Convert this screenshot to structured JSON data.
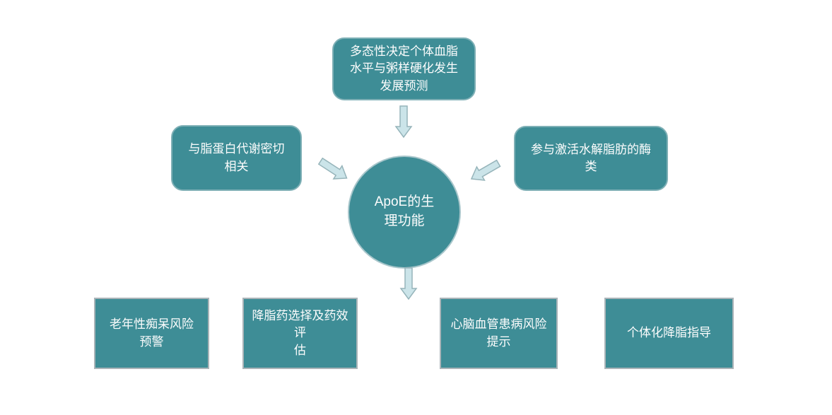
{
  "diagram": {
    "center_node": {
      "label": "ApoE的生\n理功能"
    },
    "factor_nodes": [
      {
        "position": "top",
        "label": "多态性决定个体血脂\n水平与粥样硬化发生\n发展预测"
      },
      {
        "position": "left",
        "label": "与脂蛋白代谢密切\n相关"
      },
      {
        "position": "right",
        "label": "参与激活水解脂肪的酶\n类"
      }
    ],
    "application_nodes": [
      {
        "label": "老年性痴呆风险\n预警"
      },
      {
        "label": "降脂药选择及药效评\n估"
      },
      {
        "label": "心脑血管患病风险\n提示"
      },
      {
        "label": "个体化降脂指导"
      }
    ],
    "arrows": [
      {
        "name": "down-arrow",
        "from": "top-node",
        "to": "center-circle"
      },
      {
        "name": "down-right-arrow",
        "from": "left-node",
        "to": "center-circle"
      },
      {
        "name": "down-left-arrow",
        "from": "right-node",
        "to": "center-circle"
      },
      {
        "name": "down-arrow",
        "from": "center-circle",
        "to": "application-row"
      }
    ],
    "colors": {
      "node_fill": "#3E8D96",
      "rounded_node_border": "#7FB0B6",
      "circle_border": "#A8C6CB",
      "rect_border": "#AAB4B8",
      "arrow_fill": "#CBE4E9",
      "arrow_stroke": "#96B4BA",
      "text": "#FDFDFD",
      "background": "#FFFFFF"
    }
  }
}
